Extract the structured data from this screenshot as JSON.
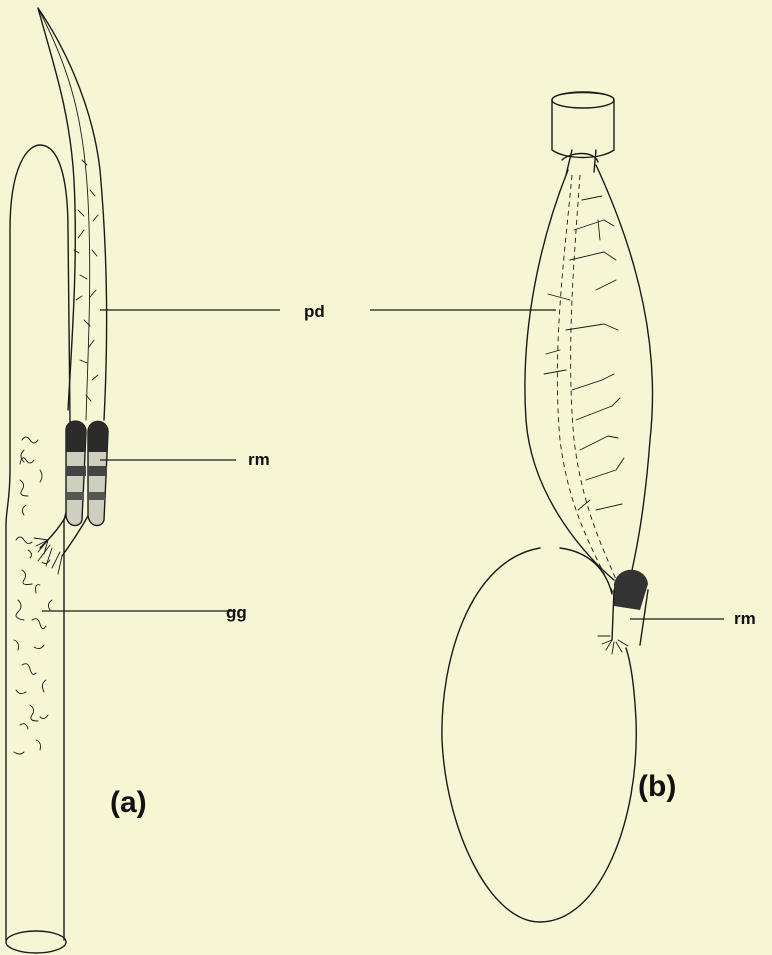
{
  "labels": {
    "pd": "pd",
    "rm_a": "rm",
    "gg": "gg",
    "rm_b": "rm",
    "panel_a": "(a)",
    "panel_b": "(b)"
  }
}
